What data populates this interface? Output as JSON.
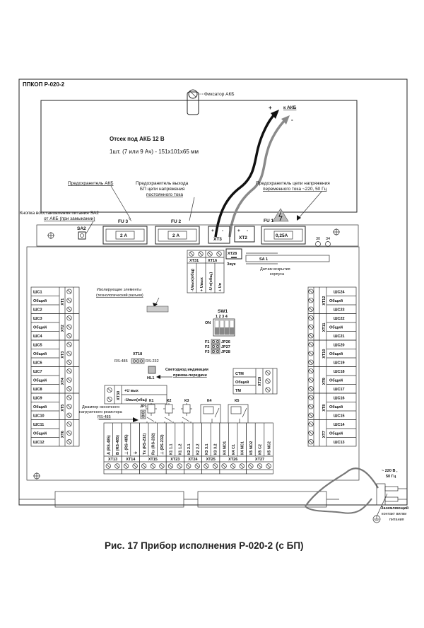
{
  "device_title": "ППКОП Р-020-2",
  "caption": "Рис. 17 Прибор исполнения Р-020-2 (с БП)",
  "battery": {
    "fixator_label": "Фиксатор АКБ",
    "compartment_title": "Отсек под АКБ 12 В",
    "compartment_spec": "1шт. (7 или 9 Ач) - 151х101х65 мм",
    "to_battery_label": "к АКБ",
    "plus": "+",
    "minus": "-"
  },
  "annotations": {
    "fuse_akb": "Предохранитель АКБ",
    "fuse_psu_line1": "Предохранитель выхода",
    "fuse_psu_line2": "БП цепи напряжения",
    "fuse_psu_line3": "постоянного тока",
    "fuse_ac_line1": "Предохранитель цепи напряжения",
    "fuse_ac_line2": "переменного тока ~220, 50 Гц",
    "sa2_line1": "Кнопка восстановления питания SA2",
    "sa2_line2": "от АКБ (при замыкании)",
    "isolating_line1": "Изолирующие элементы",
    "isolating_line2": "(технологический разъем)",
    "led_line1": "Светодиод индикации",
    "led_line2": "приема-передачи",
    "jumper_line1": "Джампер оконечного",
    "jumper_line2": "нагрузочного резистора",
    "jumper_line3": "RS-485",
    "tamper_line1": "Датчик вскрытия",
    "tamper_line2": "корпуса",
    "mains_line1": "~ 220 В ,",
    "mains_line2": "50 Гц",
    "ground_line1": "Заземляющий",
    "ground_line2": "контакт вилки",
    "ground_line3": "питания"
  },
  "psu_strip": {
    "sa2": "SA2",
    "fu3": "FU 3",
    "fu3_value": "2 А",
    "fu2": "FU 2",
    "fu2_value": "2 А",
    "xt3": "ХТ3",
    "xt2": "ХТ2",
    "fu1": "FU 1",
    "fu1_value": "0,25А",
    "led_30": "30",
    "led_34": "34"
  },
  "top_connectors": {
    "xt31": "ХТ31",
    "xt16": "ХТ16",
    "xt31_pins": [
      "-Uвых(общ)",
      "+ Uвых"
    ],
    "xt16_pins": [
      "-U п(общ.)",
      "+ Uп"
    ],
    "xt28": "ХТ28",
    "sound": "Звук",
    "sa1": "SA 1"
  },
  "left_blocks": [
    {
      "name": "ХТ1",
      "rows": [
        "ШС1",
        "Общий",
        "ШС2"
      ]
    },
    {
      "name": "ХТ2",
      "rows": [
        "ШС3",
        "Общий",
        "ШС4"
      ]
    },
    {
      "name": "ХТ3",
      "rows": [
        "ШС5",
        "Общий",
        "ШС6"
      ]
    },
    {
      "name": "ХТ4",
      "rows": [
        "ШС7",
        "Общий",
        "ШС8"
      ]
    },
    {
      "name": "ХТ5",
      "rows": [
        "ШС9",
        "Общий",
        "ШС10"
      ]
    },
    {
      "name": "ХТ6",
      "rows": [
        "ШС11",
        "Общий",
        "ШС12"
      ]
    }
  ],
  "right_blocks": [
    {
      "name": "ХТ12",
      "rows": [
        "ШС24",
        "Общий",
        "ШС23"
      ]
    },
    {
      "name": "ХТ11",
      "rows": [
        "ШС22",
        "Общий",
        "ШС21"
      ]
    },
    {
      "name": "ХТ10",
      "rows": [
        "ШС20",
        "Общий",
        "ШС19"
      ]
    },
    {
      "name": "ХТ9",
      "rows": [
        "ШС18",
        "Общий",
        "ШС17"
      ]
    },
    {
      "name": "ХТ8",
      "rows": [
        "ШС16",
        "Общий",
        "ШС15"
      ]
    },
    {
      "name": "ХТ7",
      "rows": [
        "ШС14",
        "Общий",
        "ШС13"
      ]
    }
  ],
  "center": {
    "sw1": "SW1",
    "sw1_numbers": "1 2 3 4",
    "on": "ON",
    "jumpers": [
      {
        "f": "F1",
        "jp": "JP26"
      },
      {
        "f": "F2",
        "jp": "JP27"
      },
      {
        "f": "F3",
        "jp": "JP28"
      }
    ],
    "xt18": "ХТ18",
    "rs485": "RS-485",
    "rs232": "RS-232",
    "hl1": "HL1",
    "xt29": "ХТ29",
    "xt29_rows": [
      "СТМ",
      "Общий",
      "ТМ"
    ],
    "xt30": "ХТ30",
    "xt30_rows": [
      "+U вых",
      "-Uвых(общ)"
    ],
    "jp1": "JP1"
  },
  "relays": [
    "К1",
    "К2",
    "К3",
    "К4",
    "К5"
  ],
  "bottom_groups": [
    {
      "name": "ХТ13",
      "pins": [
        "A (RS-485)",
        "B (RS-485)"
      ]
    },
    {
      "name": "ХТ14",
      "pins": [
        "⊥ (RS-485)",
        "⏚"
      ]
    },
    {
      "name": "ХТ15",
      "pins": [
        "Tx (RS-232)",
        "Rx (RS-232)",
        "⊥ (RS-232)"
      ]
    },
    {
      "name": "ХТ23",
      "pins": [
        "К1  1.1",
        "К1  1.2"
      ]
    },
    {
      "name": "ХТ24",
      "pins": [
        "К2  2.1",
        "К2  2.2"
      ]
    },
    {
      "name": "ХТ25",
      "pins": [
        "К3  3.1",
        "К3  3.2"
      ]
    },
    {
      "name": "ХТ26",
      "pins": [
        "К4  NO1",
        "К4  C1",
        "К4  NC1"
      ]
    },
    {
      "name": "ХТ27",
      "pins": [
        "К5  NO2",
        "К5  C2",
        "К5  NC2"
      ]
    }
  ]
}
